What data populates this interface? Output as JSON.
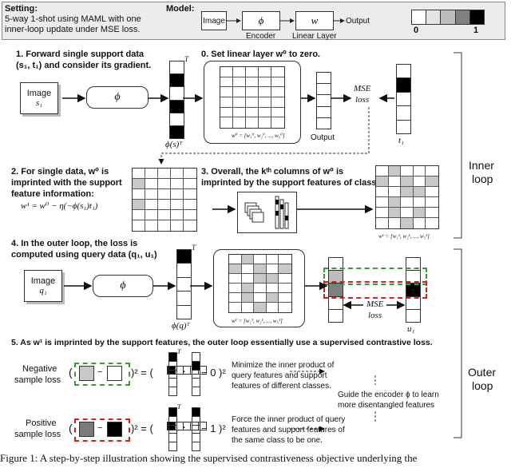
{
  "setting": {
    "title": "Setting:",
    "line1": "5-way 1-shot using MAML with one",
    "line2": "inner-loop update under MSE loss.",
    "model_label": "Model:",
    "image": "Image",
    "phi": "ϕ",
    "w": "w",
    "output": "Output",
    "encoder": "Encoder",
    "linear_layer": "Linear Layer",
    "scale_min": "0",
    "scale_max": "1"
  },
  "step1": {
    "line1": "1. Forward single support data",
    "line2": "(s₁, t₁) and consider its gradient.",
    "image": "Image",
    "image_sub": "s₁",
    "phi": "ϕ",
    "feat_label": "ϕ(s)ᵀ",
    "T": "T"
  },
  "step0": {
    "title": "0. Set linear layer w⁰ to zero.",
    "w0_caption": "w⁰ = [w₁⁰, w₂⁰, ..., w₅⁰]",
    "output": "Output",
    "mse": "MSE",
    "loss": "loss",
    "t1": "t₁"
  },
  "step2": {
    "line1": "2. For single data, w⁰ is",
    "line2": "imprinted with the support",
    "line3": "feature  information:",
    "formula": "w¹ = w⁰ − η(−ϕ(s₁)t₁)"
  },
  "step3": {
    "line1": "3. Overall, the kᵗʰ columns of w⁰ is",
    "line2": "imprinted by the support features of class k.",
    "w1_caption": "w¹ = [w₁¹, w₂¹, ..., w₅¹]"
  },
  "loops": {
    "inner1": "Inner",
    "inner2": "loop",
    "outer1": "Outer",
    "outer2": "loop"
  },
  "step4": {
    "line1": "4. In the outer loop, the loss is",
    "line2": "computed using query data (q₁, u₁)",
    "image": "Image",
    "image_sub": "q₁",
    "phi": "ϕ",
    "feat_label": "ϕ(q)ᵀ",
    "T": "T",
    "w1_caption": "w¹ = [w₁¹, w₂¹, ..., w₅¹]",
    "mse": "MSE",
    "loss": "loss",
    "u1": "u₁"
  },
  "step5": {
    "title": "5. As w¹ is imprinted by the support features, the outer loop  essentially use a supervised contrastive loss.",
    "neg1": "Negative",
    "neg2": "sample loss",
    "neg_eq_tail": "− 0 )²",
    "pos1": "Positive",
    "pos2": "sample loss",
    "pos_eq_tail": "− 1 )²",
    "sq_eq": ")² = (",
    "open": "(",
    "minus": "−",
    "dot": "·",
    "T": "T",
    "min1": "Minimize the inner product of",
    "min2": "query features and support",
    "min3": "features of different classes.",
    "force1": "Force the inner product of query",
    "force2": "features and support features of",
    "force3": "the same class to be one.",
    "guide1": "Guide the encoder ϕ to learn",
    "guide2": "more disentangled features"
  },
  "caption": "Figure 1: A step-by-step illustration showing the supervised contrastiveness objective underlying the",
  "colors": {
    "green_dash": "#3a9a3a",
    "red_dash": "#d62020",
    "cell_gray": "#c8c8c8",
    "dark_gray": "#7a7a7a"
  }
}
